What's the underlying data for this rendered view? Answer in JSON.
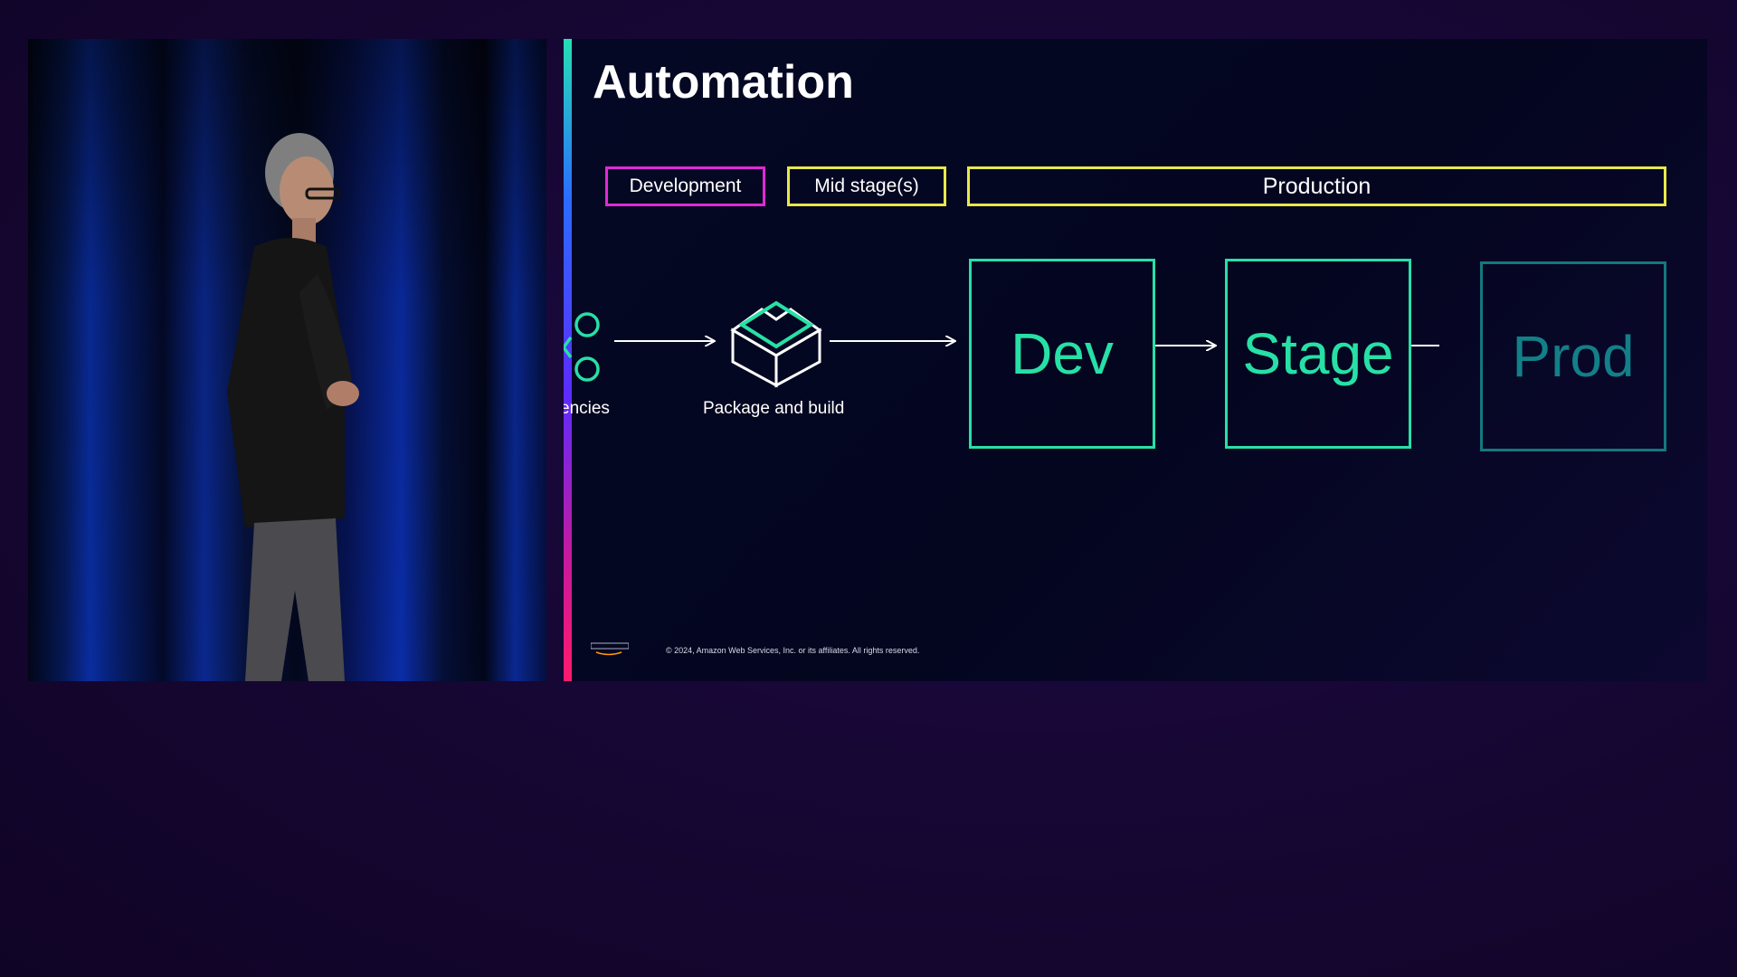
{
  "slide": {
    "title": "Automation",
    "phases": {
      "development": "Development",
      "mid_stage": "Mid stage(s)",
      "production": "Production"
    },
    "steps": {
      "dependencies_caption": "encies",
      "package_caption": "Package and build"
    },
    "environments": {
      "dev": "Dev",
      "stage": "Stage",
      "prod": "Prod"
    },
    "footer": "© 2024, Amazon Web Services, Inc. or its affiliates. All rights reserved."
  },
  "colors": {
    "development_border": "#e02ad6",
    "mid_stage_border": "#e8e84a",
    "production_border": "#e8e84a",
    "env_active": "#27e0a6",
    "env_faded": "#137f88"
  }
}
